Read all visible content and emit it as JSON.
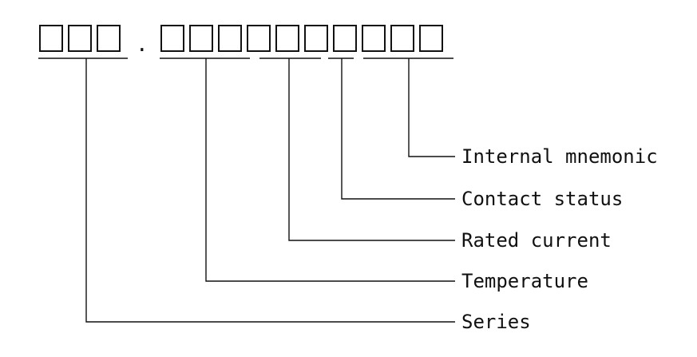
{
  "code": {
    "separator": "."
  },
  "fields": [
    {
      "id": "internal-mnemonic",
      "label": "Internal mnemonic"
    },
    {
      "id": "contact-status",
      "label": "Contact status"
    },
    {
      "id": "rated-current",
      "label": "Rated current"
    },
    {
      "id": "temperature",
      "label": "Temperature"
    },
    {
      "id": "series",
      "label": "Series"
    }
  ]
}
